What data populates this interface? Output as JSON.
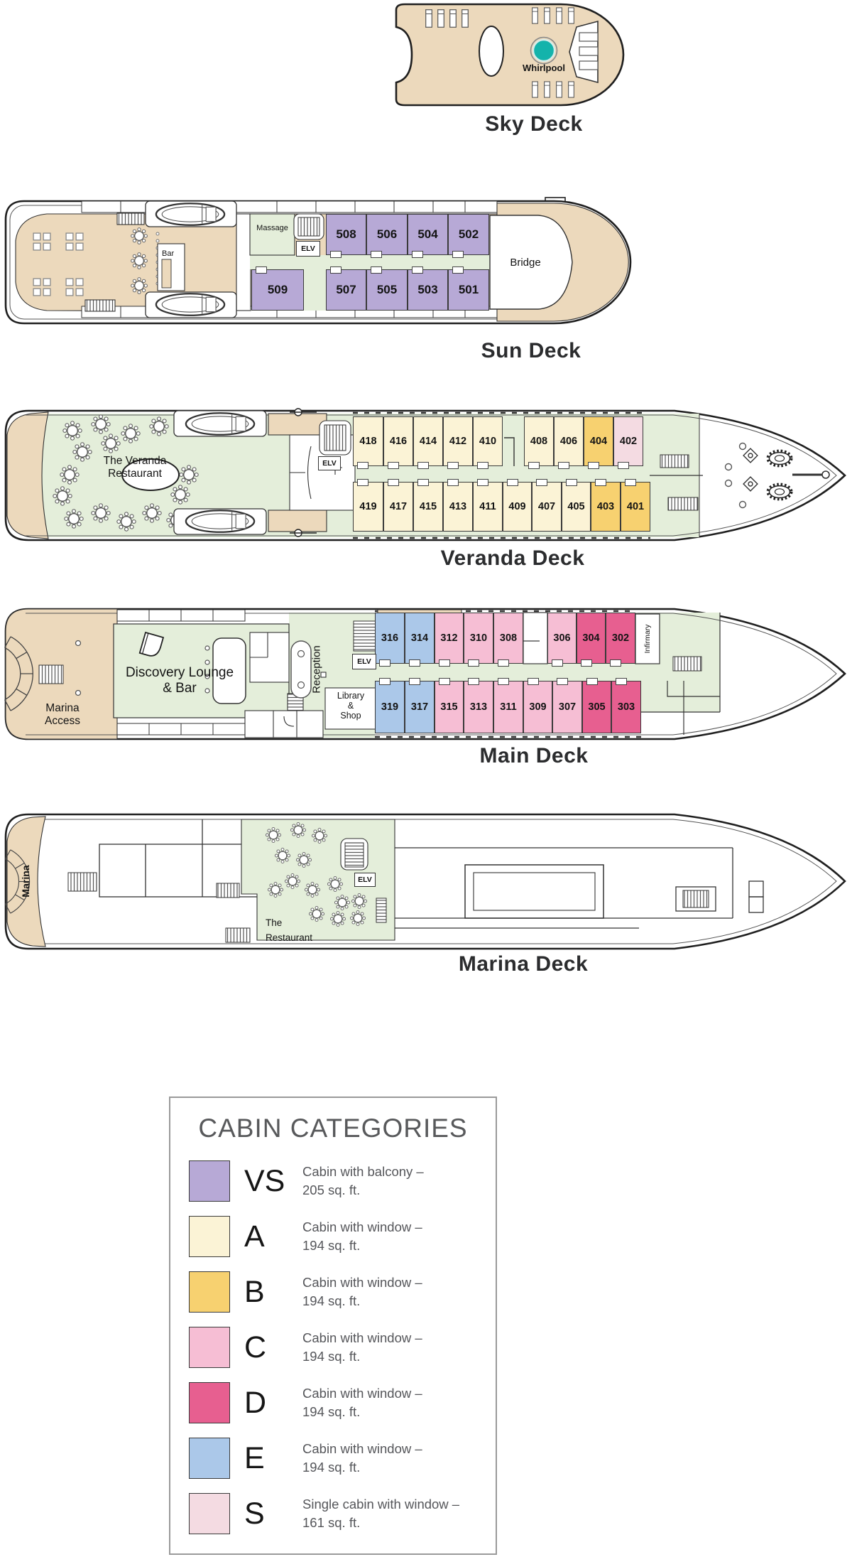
{
  "palette": {
    "hull_tan": "#ecd9bc",
    "interior_green": "#e4eeda",
    "whirlpool_teal": "#14b3ab",
    "deck_label_dark": "#2b2c2e",
    "legend_text_gray": "#58595b"
  },
  "decks": [
    {
      "name": "Sky Deck",
      "labels": {
        "whirlpool": "Whirlpool"
      }
    },
    {
      "name": "Sun Deck",
      "labels": {
        "massage": "Massage",
        "elv": "ELV",
        "bar": "Bar",
        "bridge": "Bridge"
      },
      "cabins_top": [
        {
          "n": "508",
          "cat": "VS"
        },
        {
          "n": "506",
          "cat": "VS"
        },
        {
          "n": "504",
          "cat": "VS"
        },
        {
          "n": "502",
          "cat": "VS"
        }
      ],
      "cabins_bottom": [
        {
          "n": "509",
          "cat": "VS"
        },
        {
          "n": "507",
          "cat": "VS"
        },
        {
          "n": "505",
          "cat": "VS"
        },
        {
          "n": "503",
          "cat": "VS"
        },
        {
          "n": "501",
          "cat": "VS"
        }
      ]
    },
    {
      "name": "Veranda Deck",
      "labels": {
        "restaurant_line1": "The Veranda",
        "restaurant_line2": "Restaurant",
        "elv": "ELV"
      },
      "cabins_top": [
        {
          "n": "418",
          "cat": "A"
        },
        {
          "n": "416",
          "cat": "A"
        },
        {
          "n": "414",
          "cat": "A"
        },
        {
          "n": "412",
          "cat": "A"
        },
        {
          "n": "410",
          "cat": "A"
        },
        {
          "n": "408",
          "cat": "A"
        },
        {
          "n": "406",
          "cat": "A"
        },
        {
          "n": "404",
          "cat": "B"
        },
        {
          "n": "402",
          "cat": "S"
        }
      ],
      "cabins_bottom": [
        {
          "n": "419",
          "cat": "A"
        },
        {
          "n": "417",
          "cat": "A"
        },
        {
          "n": "415",
          "cat": "A"
        },
        {
          "n": "413",
          "cat": "A"
        },
        {
          "n": "411",
          "cat": "A"
        },
        {
          "n": "409",
          "cat": "A"
        },
        {
          "n": "407",
          "cat": "A"
        },
        {
          "n": "405",
          "cat": "A"
        },
        {
          "n": "403",
          "cat": "B"
        },
        {
          "n": "401",
          "cat": "B"
        }
      ]
    },
    {
      "name": "Main Deck",
      "labels": {
        "marina_access_line1": "Marina",
        "marina_access_line2": "Access",
        "lounge_line1": "Discovery Lounge",
        "lounge_line2": "& Bar",
        "reception": "Reception",
        "library_line1": "Library",
        "library_line2": "&",
        "library_line3": "Shop",
        "elv": "ELV",
        "infirmary": "Infirmary"
      },
      "cabins_top": [
        {
          "n": "316",
          "cat": "E"
        },
        {
          "n": "314",
          "cat": "E"
        },
        {
          "n": "312",
          "cat": "C"
        },
        {
          "n": "310",
          "cat": "C"
        },
        {
          "n": "308",
          "cat": "C"
        },
        {
          "n": "306",
          "cat": "C"
        },
        {
          "n": "304",
          "cat": "D"
        },
        {
          "n": "302",
          "cat": "D"
        }
      ],
      "cabins_bottom": [
        {
          "n": "319",
          "cat": "E"
        },
        {
          "n": "317",
          "cat": "E"
        },
        {
          "n": "315",
          "cat": "C"
        },
        {
          "n": "313",
          "cat": "C"
        },
        {
          "n": "311",
          "cat": "C"
        },
        {
          "n": "309",
          "cat": "C"
        },
        {
          "n": "307",
          "cat": "C"
        },
        {
          "n": "305",
          "cat": "D"
        },
        {
          "n": "303",
          "cat": "D"
        }
      ]
    },
    {
      "name": "Marina Deck",
      "labels": {
        "marina": "Marina",
        "restaurant_line1": "The",
        "restaurant_line2": "Restaurant",
        "elv": "ELV"
      }
    }
  ],
  "legend": {
    "title": "CABIN CATEGORIES",
    "items": [
      {
        "code": "VS",
        "color": "#b7a9d6",
        "line1": "Cabin with balcony –",
        "line2": "205 sq. ft."
      },
      {
        "code": "A",
        "color": "#fbf3d6",
        "line1": "Cabin with window –",
        "line2": "194 sq. ft."
      },
      {
        "code": "B",
        "color": "#f7d170",
        "line1": "Cabin with window –",
        "line2": "194 sq. ft."
      },
      {
        "code": "C",
        "color": "#f6bed4",
        "line1": "Cabin with window –",
        "line2": "194 sq. ft."
      },
      {
        "code": "D",
        "color": "#e75f90",
        "line1": "Cabin with window –",
        "line2": "194 sq. ft."
      },
      {
        "code": "E",
        "color": "#abc8e9",
        "line1": "Cabin with window –",
        "line2": "194 sq. ft."
      },
      {
        "code": "S",
        "color": "#f4dbe2",
        "line1": "Single cabin with window –",
        "line2": "161 sq. ft."
      }
    ]
  }
}
